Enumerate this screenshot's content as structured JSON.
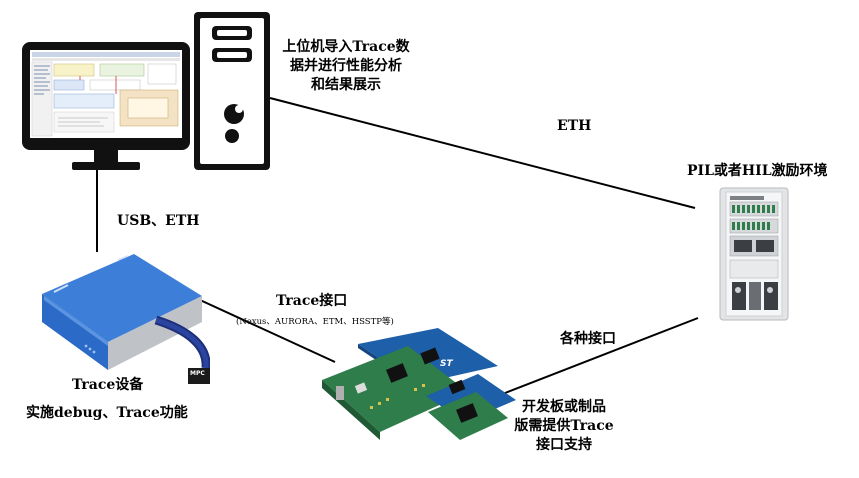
{
  "labels": {
    "pc_caption": [
      "上位机导入Trace数",
      "据并进行性能分析",
      "和结果展示"
    ],
    "eth_top": "ETH",
    "pil_caption": "PIL或者HIL激励环境",
    "usb_eth": "USB、ETH",
    "trace_iface": "Trace接口",
    "trace_iface_protocols": "(Nexus、AURORA、ETM、HSSTP等)",
    "various_iface": "各种接口",
    "trace_device": "Trace设备",
    "trace_device_function": "实施debug、Trace功能",
    "board_caption": [
      "开发板或制品",
      "版需提供Trace",
      "接口支持"
    ],
    "mpc_label": "MPC",
    "chip_brand": "ST"
  },
  "colors": {
    "line": "#000000",
    "trace_box_top": "#3d7fd8",
    "trace_box_side": "#1f5fb8",
    "pcb_green": "#2f7d4b",
    "pcb_blue": "#1d5fa8",
    "rack_frame": "#d9dadc"
  }
}
